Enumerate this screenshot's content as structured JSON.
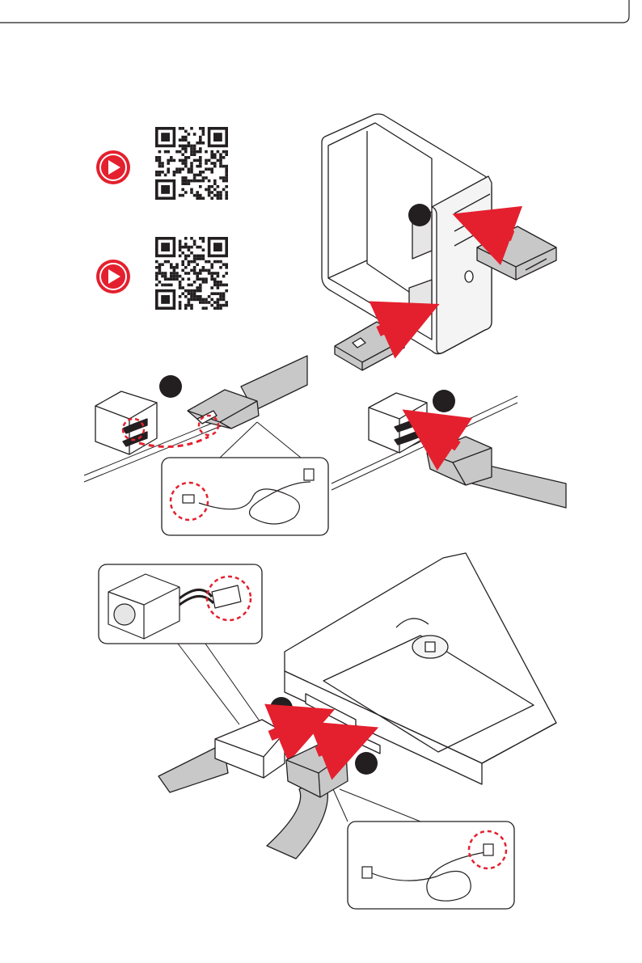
{
  "page": {
    "background": "#ffffff"
  },
  "colors": {
    "accent_red": "#e4202e",
    "line": "#231f20",
    "cable_grey": "#c8c8c8",
    "panel_grey": "#e6e6e6"
  },
  "icons": [
    "play-icon",
    "qr-code",
    "step-marker",
    "arrow-icon"
  ],
  "qr_codes": [
    {
      "name": "qr-code-video-1"
    },
    {
      "name": "qr-code-video-2"
    }
  ]
}
